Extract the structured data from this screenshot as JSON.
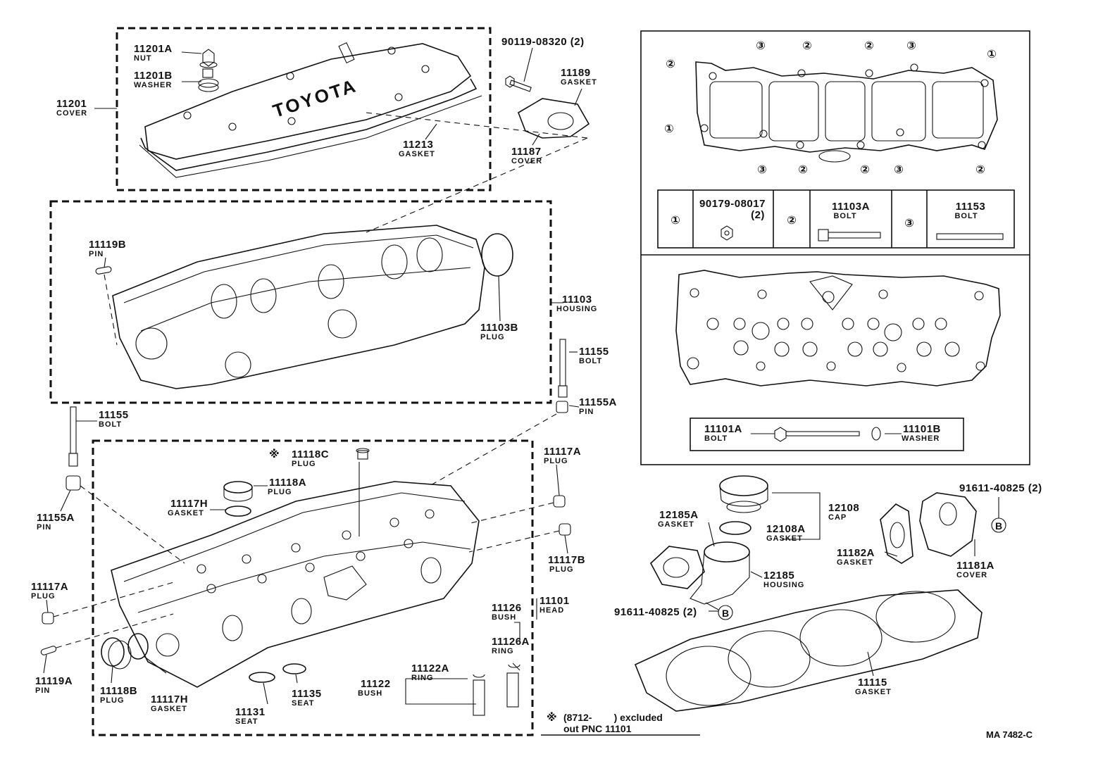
{
  "labels": {
    "p11201A": {
      "pn": "11201A",
      "name": "NUT"
    },
    "p11201B": {
      "pn": "11201B",
      "name": "WASHER"
    },
    "p11201": {
      "pn": "11201",
      "name": "COVER"
    },
    "p11213": {
      "pn": "11213",
      "name": "GASKET"
    },
    "p90119": {
      "pn": "90119-08320 (2)"
    },
    "p11189": {
      "pn": "11189",
      "name": "GASKET"
    },
    "p11187": {
      "pn": "11187",
      "name": "COVER"
    },
    "p11119B": {
      "pn": "11119B",
      "name": "PIN"
    },
    "p11103": {
      "pn": "11103",
      "name": "HOUSING"
    },
    "p11103B": {
      "pn": "11103B",
      "name": "PLUG"
    },
    "p11155r": {
      "pn": "11155",
      "name": "BOLT"
    },
    "p11155Ar": {
      "pn": "11155A",
      "name": "PIN"
    },
    "p11155l": {
      "pn": "11155",
      "name": "BOLT"
    },
    "p11155Al": {
      "pn": "11155A",
      "name": "PIN"
    },
    "p11118C": {
      "pn": "11118C",
      "name": "PLUG",
      "mark": "※"
    },
    "p11118A": {
      "pn": "11118A",
      "name": "PLUG"
    },
    "p11117H1": {
      "pn": "11117H",
      "name": "GASKET"
    },
    "p11117Ar": {
      "pn": "11117A",
      "name": "PLUG"
    },
    "p11117B": {
      "pn": "11117B",
      "name": "PLUG"
    },
    "p11117Al": {
      "pn": "11117A",
      "name": "PLUG"
    },
    "p11101": {
      "pn": "11101",
      "name": "HEAD"
    },
    "p11126": {
      "pn": "11126",
      "name": "BUSH"
    },
    "p11126A": {
      "pn": "11126A",
      "name": "RING"
    },
    "p11122A": {
      "pn": "11122A",
      "name": "RING"
    },
    "p11122": {
      "pn": "11122",
      "name": "BUSH"
    },
    "p11119A": {
      "pn": "11119A",
      "name": "PIN"
    },
    "p11118B": {
      "pn": "11118B",
      "name": "PLUG"
    },
    "p11117H2": {
      "pn": "11117H",
      "name": "GASKET"
    },
    "p11131": {
      "pn": "11131",
      "name": "SEAT"
    },
    "p11135": {
      "pn": "11135",
      "name": "SEAT"
    },
    "p12185A": {
      "pn": "12185A",
      "name": "GASKET"
    },
    "p12108": {
      "pn": "12108",
      "name": "CAP"
    },
    "p12108A": {
      "pn": "12108A",
      "name": "GASKET"
    },
    "p12185": {
      "pn": "12185",
      "name": "HOUSING"
    },
    "p91611b": {
      "pn": "91611-40825 (2)"
    },
    "p91611a": {
      "pn": "91611-40825 (2)"
    },
    "p11182A": {
      "pn": "11182A",
      "name": "GASKET"
    },
    "p11181A": {
      "pn": "11181A",
      "name": "COVER"
    },
    "p11115": {
      "pn": "11115",
      "name": "GASKET"
    },
    "p11101A": {
      "pn": "11101A",
      "name": "BOLT"
    },
    "p11101B": {
      "pn": "11101B",
      "name": "WASHER"
    }
  },
  "legend": {
    "c1": "①",
    "c2": "②",
    "c3": "③",
    "c1_pn": "90179-08017",
    "c1_qty": "(2)",
    "c2_pn": "11103A",
    "c2_name": "BOLT",
    "c3_pn": "11153",
    "c3_name": "BOLT"
  },
  "marker_b": "B",
  "cover_logo": "TOYOTA",
  "note": {
    "mark": "※",
    "line1": "(8712-        ) excluded",
    "line2": "out PNC 11101"
  },
  "ref_code": "MA 7482-C"
}
